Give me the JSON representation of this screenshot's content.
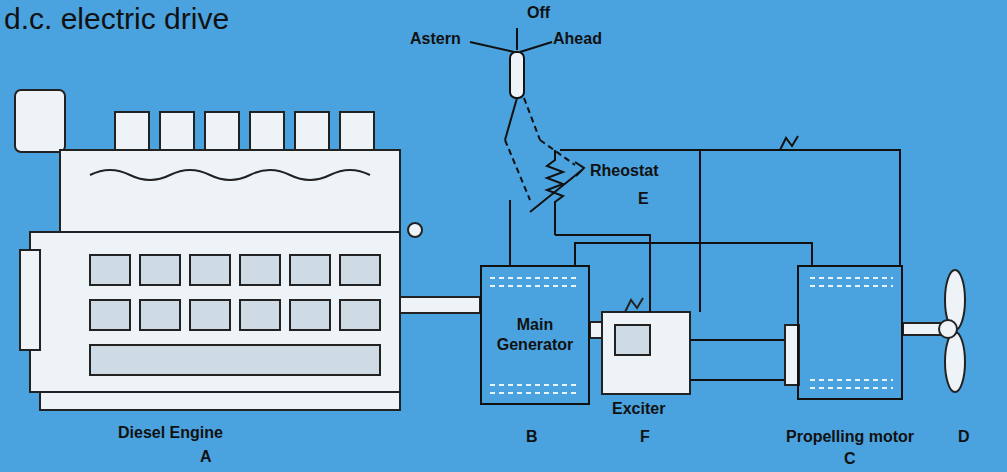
{
  "diagram": {
    "title": "d.c. electric drive",
    "nodes": [
      {
        "text": [
          "Main Generator"
        ]
      },
      {
        "text": [
          "Propelling motor"
        ]
      }
    ],
    "edges": [
      {
        "from": 0,
        "to": 1,
        "arrow": "none"
      }
    ],
    "labels": [
      "Off",
      "Astern",
      "Ahead",
      "Rheostat",
      "E",
      "B",
      "Exciter",
      "F",
      "Diesel Engine",
      "A",
      "C",
      "D"
    ]
  }
}
